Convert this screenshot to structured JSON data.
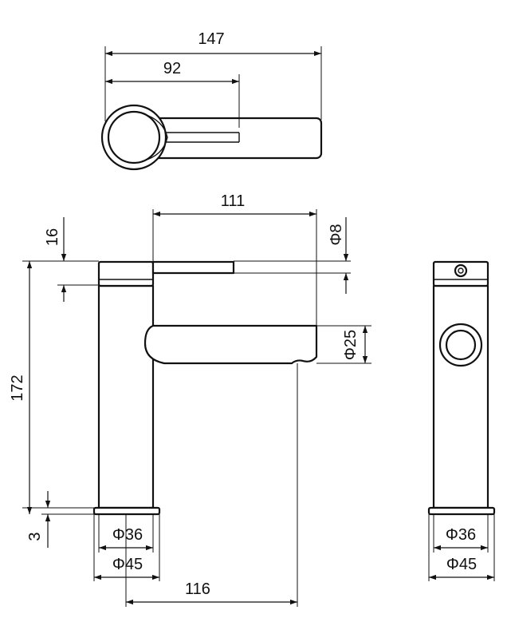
{
  "dimensions": {
    "top_total_length": "147",
    "top_lever_length": "92",
    "front_spout_reach": "111",
    "front_lever_height": "16",
    "front_lever_diameter": "Φ8",
    "front_spout_diameter": "Φ25",
    "front_total_height": "172",
    "front_base_height": "3",
    "front_inner_base": "Φ36",
    "front_outer_base": "Φ45",
    "front_outlet_offset": "116",
    "side_inner_base": "Φ36",
    "side_outer_base": "Φ45"
  },
  "colors": {
    "line": "#111111",
    "background": "#ffffff"
  }
}
